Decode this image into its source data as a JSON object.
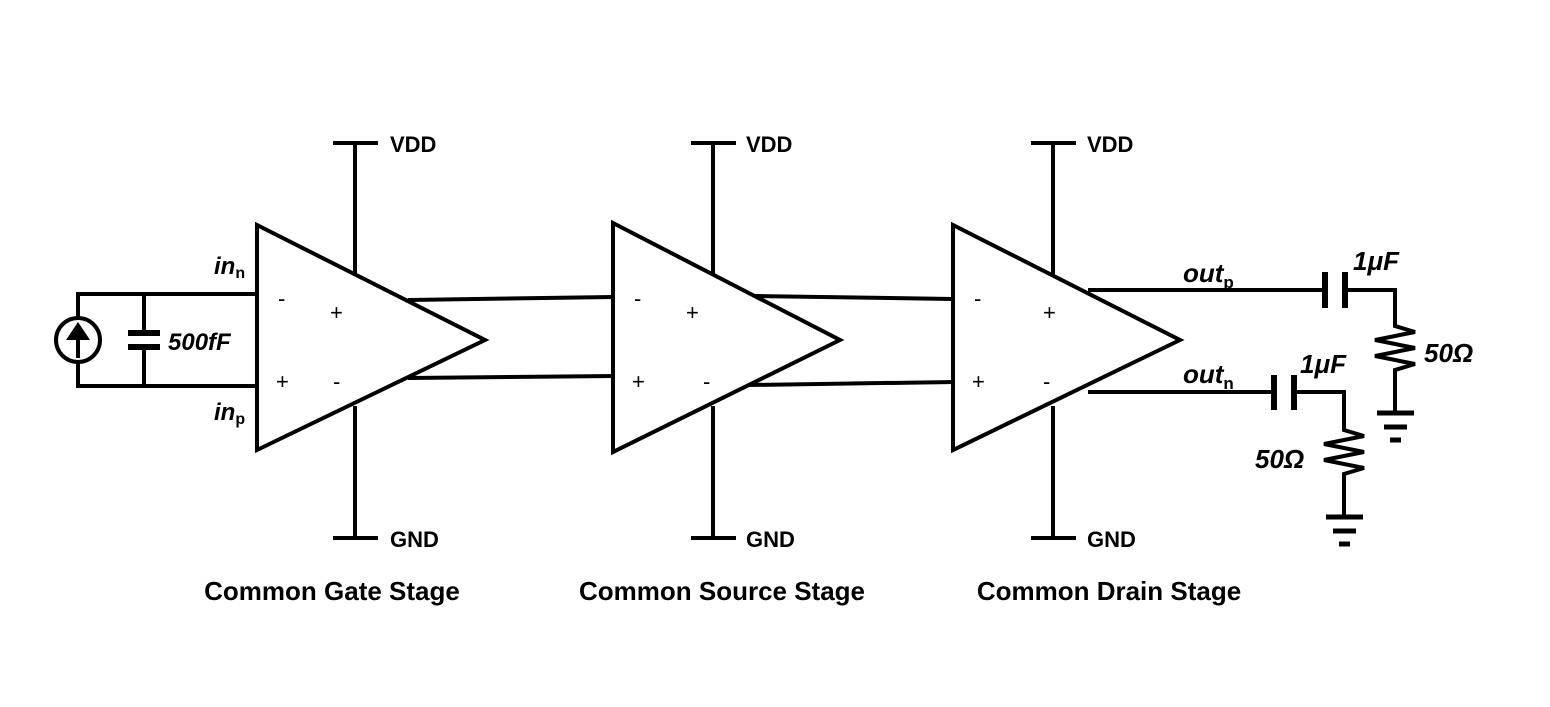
{
  "supply_label": "VDD",
  "ground_label": "GND",
  "input": {
    "in_n": {
      "base": "in",
      "sub": "n"
    },
    "in_p": {
      "base": "in",
      "sub": "p"
    },
    "source_capacitor": "500fF",
    "source_icon": "current-source-icon"
  },
  "stages": [
    {
      "label": "Common Gate Stage",
      "in_top": "-",
      "in_bottom": "+",
      "out_top": "+",
      "out_bottom": "-"
    },
    {
      "label": "Common Source Stage",
      "in_top": "-",
      "in_bottom": "+",
      "out_top": "+",
      "out_bottom": "-"
    },
    {
      "label": "Common Drain Stage",
      "in_top": "-",
      "in_bottom": "+",
      "out_top": "+",
      "out_bottom": "-"
    }
  ],
  "output": {
    "out_p": {
      "base": "out",
      "sub": "p",
      "capacitor": "1μF",
      "resistor": "50Ω"
    },
    "out_n": {
      "base": "out",
      "sub": "n",
      "capacitor": "1μF",
      "resistor": "50Ω"
    }
  }
}
